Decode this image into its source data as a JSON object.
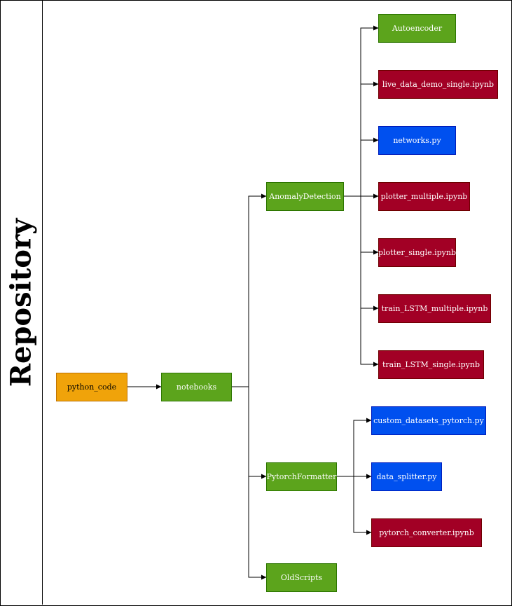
{
  "title": "Repository",
  "colors": {
    "folder": "#5ca41c",
    "root": "#f0a30a",
    "notebook": "#a20025",
    "python": "#0050ef",
    "edge": "#000000"
  },
  "nodes": [
    {
      "id": "python_code",
      "label": "python_code",
      "kind": "root"
    },
    {
      "id": "notebooks",
      "label": "notebooks",
      "kind": "folder"
    },
    {
      "id": "AnomalyDetection",
      "label": "AnomalyDetection",
      "kind": "folder"
    },
    {
      "id": "PytorchFormatter",
      "label": "PytorchFormatter",
      "kind": "folder"
    },
    {
      "id": "OldScripts",
      "label": "OldScripts",
      "kind": "folder"
    },
    {
      "id": "Autoencoder",
      "label": "Autoencoder",
      "kind": "folder"
    },
    {
      "id": "live_data_demo_single",
      "label": "live_data_demo_single.ipynb",
      "kind": "notebook"
    },
    {
      "id": "networks",
      "label": "networks.py",
      "kind": "python"
    },
    {
      "id": "plotter_multiple",
      "label": "plotter_multiple.ipynb",
      "kind": "notebook"
    },
    {
      "id": "plotter_single",
      "label": "plotter_single.ipynb",
      "kind": "notebook"
    },
    {
      "id": "train_LSTM_multiple",
      "label": "train_LSTM_multiple.ipynb",
      "kind": "notebook"
    },
    {
      "id": "train_LSTM_single",
      "label": "train_LSTM_single.ipynb",
      "kind": "notebook"
    },
    {
      "id": "custom_datasets_pytorch",
      "label": "custom_datasets_pytorch.py",
      "kind": "python"
    },
    {
      "id": "data_splitter",
      "label": "data_splitter.py",
      "kind": "python"
    },
    {
      "id": "pytorch_converter",
      "label": "pytorch_converter.ipynb",
      "kind": "notebook"
    }
  ],
  "edges": [
    [
      "python_code",
      "notebooks"
    ],
    [
      "notebooks",
      "AnomalyDetection"
    ],
    [
      "notebooks",
      "PytorchFormatter"
    ],
    [
      "notebooks",
      "OldScripts"
    ],
    [
      "AnomalyDetection",
      "Autoencoder"
    ],
    [
      "AnomalyDetection",
      "live_data_demo_single"
    ],
    [
      "AnomalyDetection",
      "networks"
    ],
    [
      "AnomalyDetection",
      "plotter_multiple"
    ],
    [
      "AnomalyDetection",
      "plotter_single"
    ],
    [
      "AnomalyDetection",
      "train_LSTM_multiple"
    ],
    [
      "AnomalyDetection",
      "train_LSTM_single"
    ],
    [
      "PytorchFormatter",
      "custom_datasets_pytorch"
    ],
    [
      "PytorchFormatter",
      "data_splitter"
    ],
    [
      "PytorchFormatter",
      "pytorch_converter"
    ]
  ]
}
